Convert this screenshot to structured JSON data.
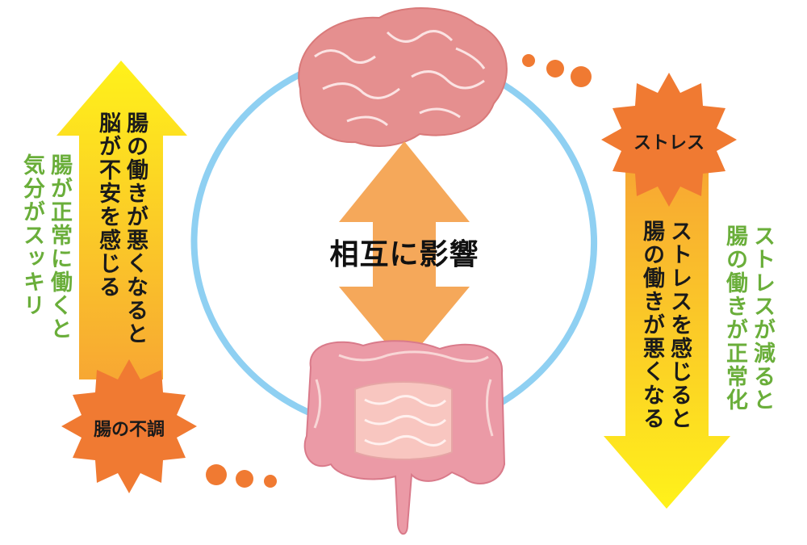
{
  "center": {
    "title": "相互に影響"
  },
  "left": {
    "arrow_text_lines": [
      "腸の働きが悪くなると",
      "脳が不安を感じる"
    ],
    "green_text_lines": [
      "腸が正常に働くと",
      "気分がスッキリ"
    ],
    "burst_label": "腸の不調"
  },
  "right": {
    "burst_label": "ストレス",
    "arrow_text_lines": [
      "ストレスを感じると",
      "腸の働きが悪くなる"
    ],
    "green_text_lines": [
      "ストレスが減ると",
      "腸の働きが正常化"
    ]
  },
  "colors": {
    "burst": "#f07a32",
    "arrow_yellow": "#ffe11a",
    "arrow_orange": "#f7a733",
    "center_arrow": "#f5a85a",
    "cycle": "#8fd0f2",
    "green_text": "#6aae3a"
  },
  "icons": {
    "brain": "brain-illustration",
    "intestine": "intestine-illustration"
  }
}
